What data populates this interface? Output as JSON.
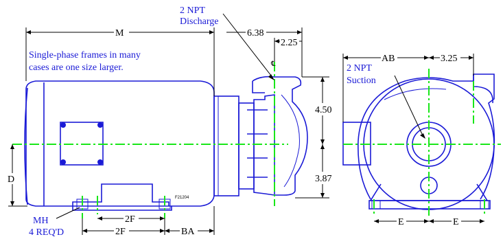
{
  "colors": {
    "outline": "#1a1ad6",
    "centerline": "#19e619",
    "dimension": "#000000"
  },
  "labels": {
    "discharge_line1": "2 NPT",
    "discharge_line2": "Discharge",
    "note_line1": "Single-phase frames in many",
    "note_line2": "cases are one size larger.",
    "suction_line1": "2 NPT",
    "suction_line2": "Suction",
    "drawing_number": "F21204",
    "mh_line1": "MH",
    "mh_line2": "4 REQ'D",
    "centerline_symbol": "℄"
  },
  "dimensions": {
    "M": "M",
    "d_638": "6.38",
    "d_225": "2.25",
    "d_450": "4.50",
    "d_387": "3.87",
    "D": "D",
    "F2_upper": "2F",
    "F2_lower": "2F",
    "BA": "BA",
    "AB": "AB",
    "d_325": "3.25",
    "E_left": "E",
    "E_right": "E"
  }
}
